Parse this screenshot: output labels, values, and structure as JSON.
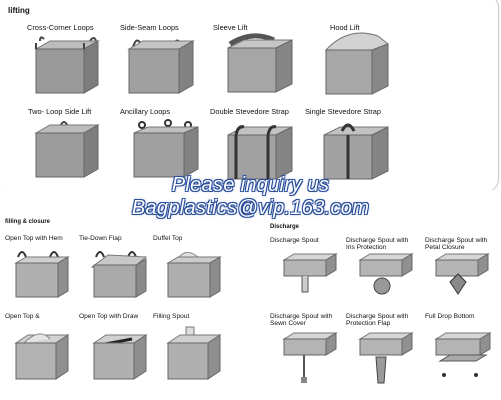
{
  "lifting": {
    "heading": "lifting",
    "row1": [
      "Cross-Corner Loops",
      "Side-Seam Loops",
      "Sleeve Lift",
      "Hood Lift"
    ],
    "row2": [
      "Two- Loop Side Lift",
      "Ancillary Loops",
      "Double Stevedore Strap",
      "Single Stevedore Strap"
    ]
  },
  "watermark": {
    "line1": "Please inquiry us",
    "line2": "Bagplastics@vip.163.com"
  },
  "filling": {
    "heading": "filling & closure",
    "row1": [
      "Open Top with Hem",
      "Tie-Down Flap",
      "Duffel Top"
    ],
    "row2": [
      "Open Top &",
      "Open Top with Draw",
      "Filling Spout"
    ]
  },
  "discharge": {
    "heading": "Discharge",
    "row1": [
      "Discharge Spout",
      "Discharge Spout with Iris Protection",
      "Discharge Spout with Petal Closure"
    ],
    "row2": [
      "Discharge Spout with Sewn Cover",
      "Discharge Spout with Protection Flap",
      "Full Drop Bottom"
    ]
  }
}
